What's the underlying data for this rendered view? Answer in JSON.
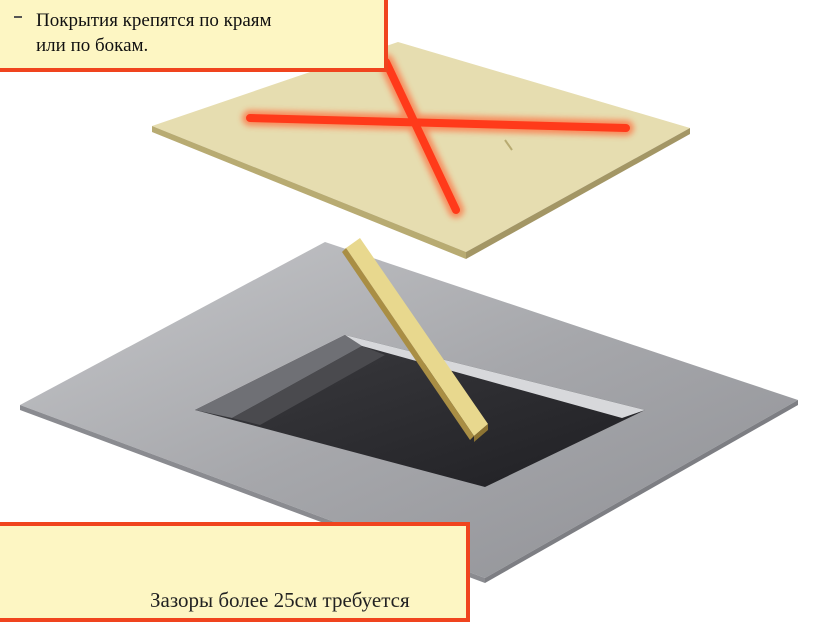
{
  "callouts": {
    "top": {
      "line1": "Покрытия крепятся по краям",
      "line2": "или по бокам."
    },
    "bottom": {
      "text": "Зазоры более 25см требуется"
    }
  },
  "colors": {
    "callout_border": "#f0441e",
    "callout_fill": "#fdf6c3",
    "cross_mark": "#ff3a1a",
    "board": "#e6ddb0",
    "floor": "#a9aaae",
    "hole": "#2b2b2f"
  },
  "icons": {
    "cross": "wrong-x-mark",
    "bullet": "dash-bullet"
  }
}
